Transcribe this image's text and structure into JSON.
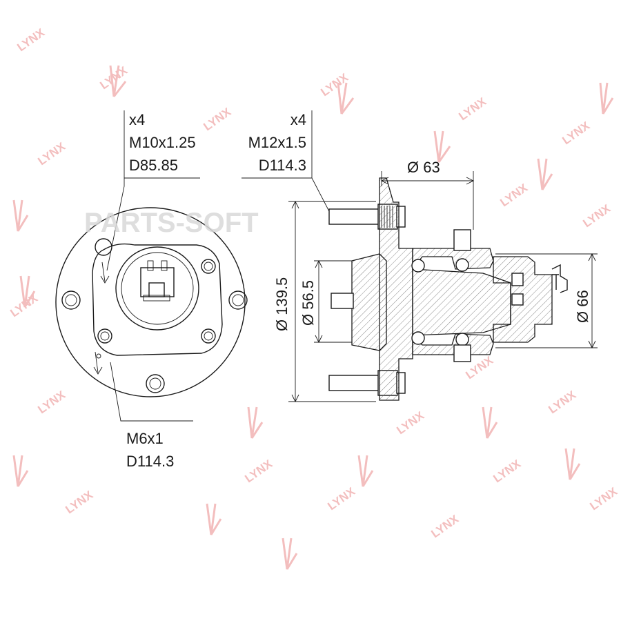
{
  "watermarks": {
    "brand_text": "LYNX",
    "site_text": "PARTS-SOFT",
    "color": "#f2b7b7"
  },
  "callouts": {
    "studs_left": {
      "qty": "x4",
      "thread": "M10x1.25",
      "pcd": "D85.85"
    },
    "studs_right": {
      "qty": "x4",
      "thread": "M12x1.5",
      "pcd": "D114.3"
    },
    "bolt_holes": {
      "thread": "M6x1",
      "pcd": "D114.3"
    }
  },
  "dimensions": {
    "d_flange": "Ø 139.5",
    "d_pilot": "Ø 56.5",
    "d_bearing": "Ø 63",
    "d_outer": "Ø 66"
  }
}
